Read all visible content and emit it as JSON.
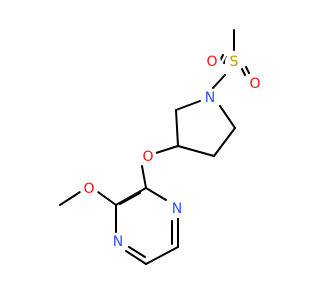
{
  "colors": {
    "bond": "#000000",
    "carbon": "#000000",
    "nitrogen": "#3050F8",
    "oxygen": "#FF0D0D",
    "sulfur": "#B8A000",
    "background": "#FFFFFF"
  },
  "atoms": {
    "sulfonyl_oxygen_top": {
      "element": "O",
      "label": "O"
    },
    "sulfonyl_oxygen_bottom": {
      "element": "O",
      "label": "O"
    },
    "sulfur": {
      "element": "S",
      "label": "S"
    },
    "pyrrolidine_nitrogen": {
      "element": "N",
      "label": "N"
    },
    "ether_oxygen": {
      "element": "O",
      "label": "O"
    },
    "methoxy_oxygen": {
      "element": "O",
      "label": "O"
    },
    "pyrazine_nitrogen_upper": {
      "element": "N",
      "label": "N"
    },
    "pyrazine_nitrogen_lower": {
      "element": "N",
      "label": "N"
    }
  }
}
